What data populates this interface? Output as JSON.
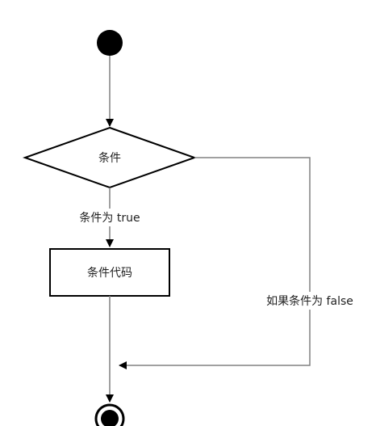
{
  "diagram": {
    "nodes": {
      "start": {
        "shape": "filled-circle"
      },
      "condition": {
        "shape": "diamond",
        "label": "条件"
      },
      "code_block": {
        "shape": "rectangle",
        "label": "条件代码"
      },
      "end": {
        "shape": "ringed-circle"
      }
    },
    "edges": {
      "true_label": "条件为 true",
      "false_label": "如果条件为 false"
    },
    "colors": {
      "node_fill": "#000000",
      "stroke": "#000000",
      "connector": "#808080",
      "shape_fill": "#ffffff",
      "text": "#222222"
    }
  }
}
